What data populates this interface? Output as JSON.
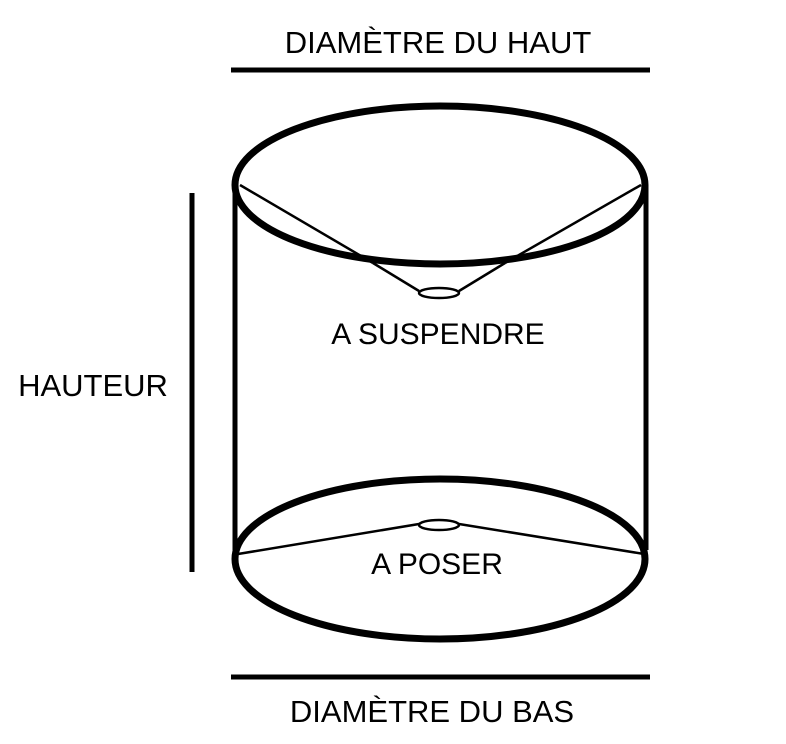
{
  "labels": {
    "top_diameter": "DIAMÈTRE DU HAUT",
    "bottom_diameter": "DIAMÈTRE DU BAS",
    "height": "HAUTEUR",
    "hanging": "A SUSPENDRE",
    "standing": "A POSER"
  },
  "colors": {
    "stroke": "#000000",
    "background": "#ffffff"
  }
}
